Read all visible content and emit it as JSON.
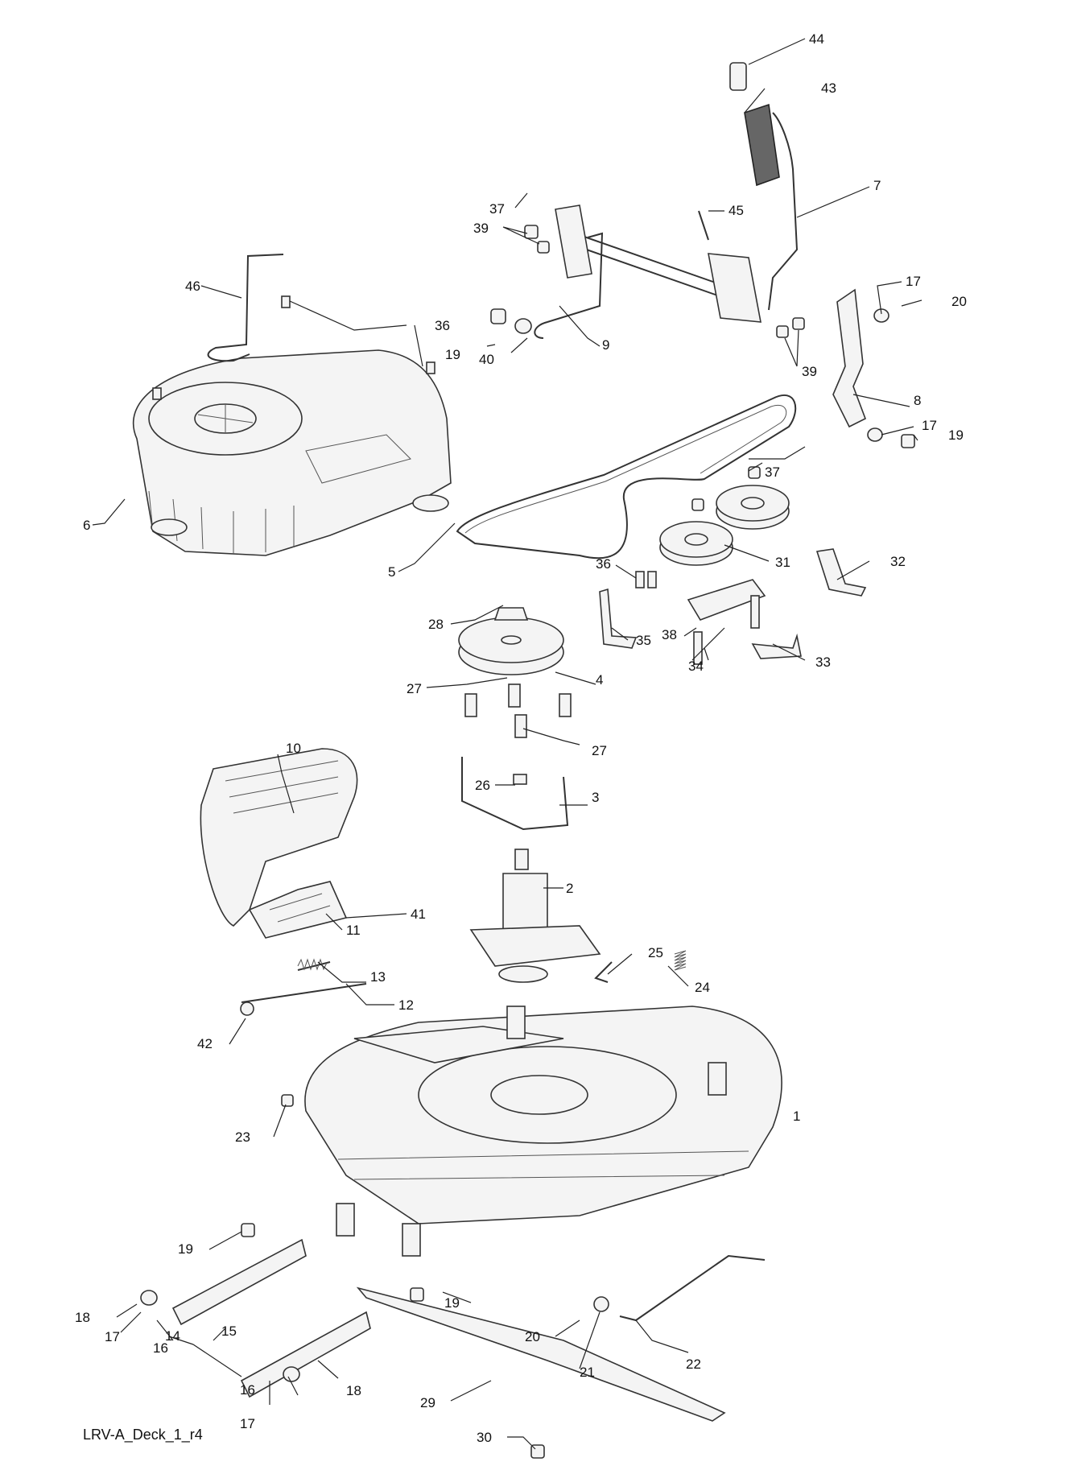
{
  "drawing_ref": "LRV-A_Deck_1_r4",
  "callouts": [
    "1",
    "2",
    "3",
    "4",
    "5",
    "6",
    "7",
    "8",
    "9",
    "10",
    "11",
    "12",
    "13",
    "14",
    "15",
    "16",
    "16",
    "17",
    "17",
    "17",
    "17",
    "18",
    "18",
    "19",
    "19",
    "19",
    "19",
    "20",
    "20",
    "21",
    "22",
    "23",
    "24",
    "25",
    "26",
    "27",
    "27",
    "28",
    "29",
    "30",
    "31",
    "32",
    "33",
    "34",
    "35",
    "36",
    "36",
    "37",
    "37",
    "38",
    "39",
    "39",
    "40",
    "41",
    "42",
    "43",
    "44",
    "45",
    "46"
  ]
}
